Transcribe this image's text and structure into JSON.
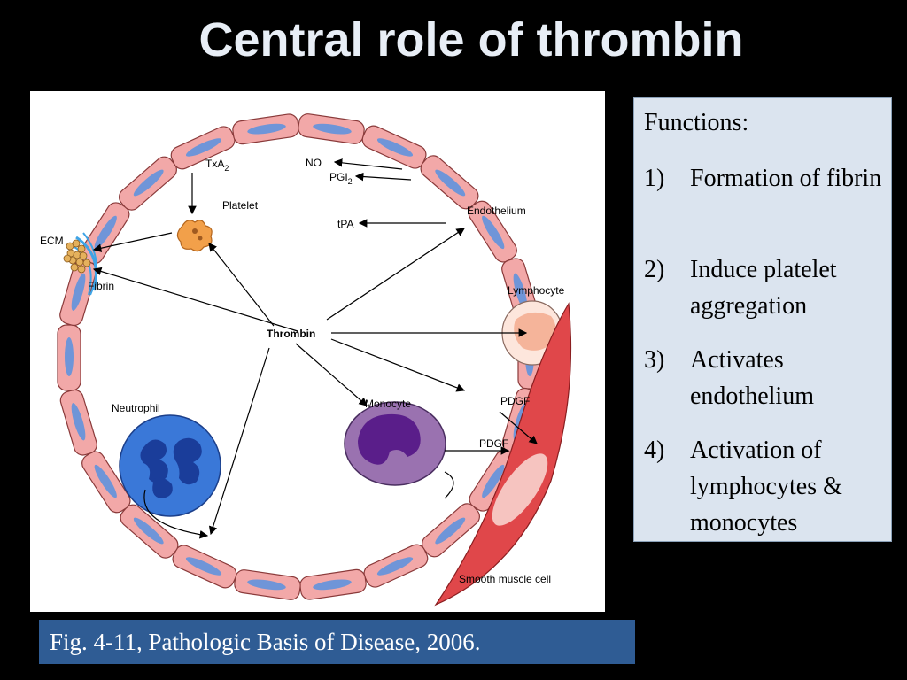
{
  "title": "Central role of thrombin",
  "figure": {
    "labels": {
      "txa2": "TxA",
      "txa2_sub": "2",
      "no": "NO",
      "pgi2": "PGI",
      "pgi2_sub": "2",
      "platelet": "Platelet",
      "tpa": "tPA",
      "endothelium": "Endothelium",
      "ecm": "ECM",
      "fibrin": "Fibrin",
      "lymphocyte": "Lymphocyte",
      "thrombin": "Thrombin",
      "neutrophil": "Neutrophil",
      "monocyte": "Monocyte",
      "pdgf_1": "PDGF",
      "pdgf_2": "PDGF",
      "smooth_muscle": "Smooth muscle cell"
    }
  },
  "functions": {
    "heading": "Functions:",
    "items": [
      {
        "num": "1)",
        "text": "Formation of fibrin"
      },
      {
        "num": "2)",
        "text": "Induce platelet aggregation"
      },
      {
        "num": "3)",
        "text": "Activates endothelium"
      },
      {
        "num": "4)",
        "text": "Activation of lymphocytes & monocytes"
      }
    ]
  },
  "caption": "Fig. 4-11, Pathologic Basis of Disease, 2006.",
  "colors": {
    "background": "#000000",
    "title": "#e8eef6",
    "cell_membrane": "#f2a8a8",
    "nucleus": "#6f95d8",
    "neutrophil": "#3a78d8",
    "monocyte": "#9a72b0",
    "smooth_muscle": "#e0474a",
    "caption_bg": "#2f5c94",
    "functions_bg": "#dbe4ef"
  }
}
